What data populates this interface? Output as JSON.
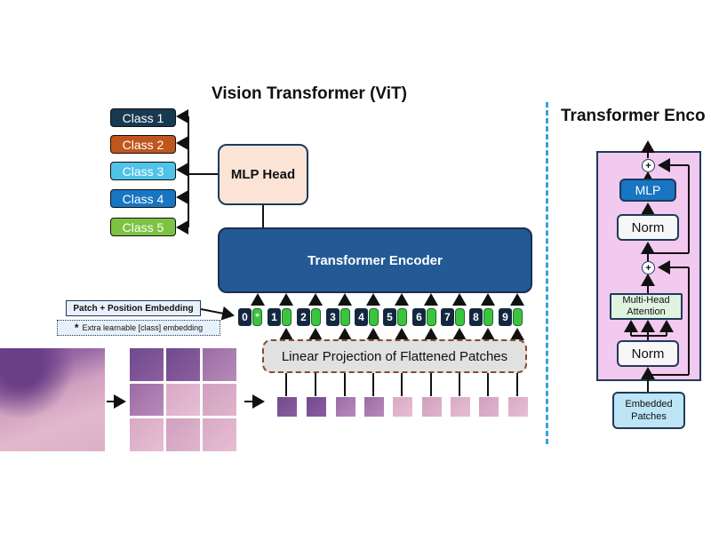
{
  "vit": {
    "title": "Vision Transformer (ViT)",
    "classes": [
      {
        "label": "Class 1",
        "color": "#173a52"
      },
      {
        "label": "Class 2",
        "color": "#c0561e"
      },
      {
        "label": "Class 3",
        "color": "#4fc3e8"
      },
      {
        "label": "Class 4",
        "color": "#1875c2"
      },
      {
        "label": "Class 5",
        "color": "#7dc242"
      }
    ],
    "mlp_head": "MLP Head",
    "encoder": "Transformer Encoder",
    "embedding_label": "Patch + Position Embedding",
    "extra_label_star": "*",
    "extra_label": "Extra learnable [class] embedding",
    "tokens": [
      "0",
      "1",
      "2",
      "3",
      "4",
      "5",
      "6",
      "7",
      "8",
      "9"
    ],
    "class_token_mark": "*",
    "linear_projection": "Linear Projection of Flattened Patches"
  },
  "encoder_detail": {
    "title": "Transformer Enco",
    "plus": "+",
    "mlp": "MLP",
    "norm_top": "Norm",
    "attention": "Multi-Head Attention",
    "norm_bottom": "Norm",
    "input": "Embedded Patches",
    "colors": {
      "panel": "#f2c9ef",
      "mlp": "#1875c2",
      "attention": "#dff3df",
      "input": "#bde5f5",
      "divider": "#3aa0d8"
    }
  }
}
